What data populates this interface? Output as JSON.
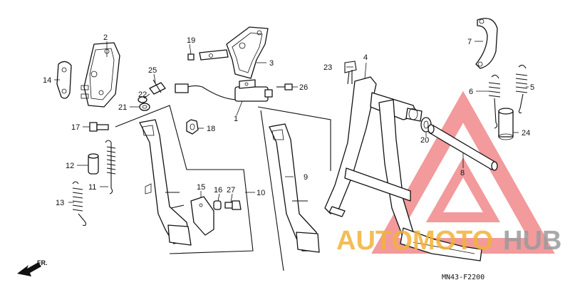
{
  "diagram": {
    "callouts": [
      "1",
      "2",
      "3",
      "4",
      "5",
      "6",
      "7",
      "8",
      "9",
      "10",
      "11",
      "12",
      "13",
      "14",
      "15",
      "16",
      "17",
      "18",
      "19",
      "20",
      "21",
      "22",
      "23",
      "24",
      "25",
      "26",
      "27"
    ],
    "drawing_code": "MN43-F2200",
    "direction_label": "FR.",
    "watermark": {
      "left": "AUTOMOTO",
      "right": "HUB",
      "colors": {
        "left": "#f2b23a",
        "right": "#9b9b9b",
        "triangle": "#e8484c"
      }
    }
  }
}
